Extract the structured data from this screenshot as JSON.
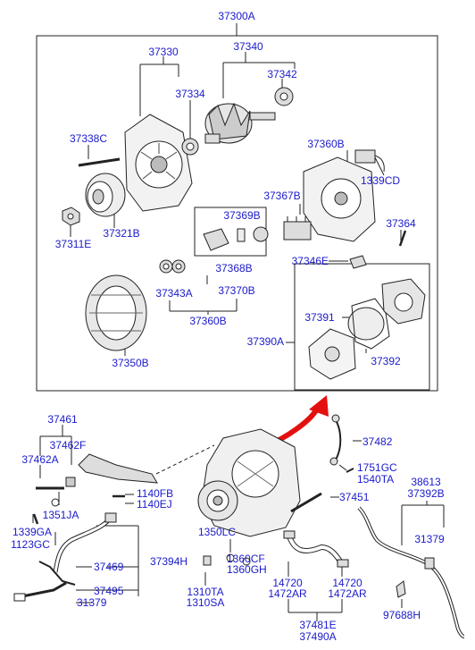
{
  "colors": {
    "label": "#1a1acc",
    "line": "#222222",
    "arrow": "#e41010"
  },
  "labels": {
    "main_assembly": "37300A",
    "rear_bracket": "37330",
    "rotor_assembly": "37340",
    "bearing_rear": "37342",
    "bearing_front": "37334",
    "through_bolt": "37338C",
    "pulley_nut": "37311E",
    "pulley": "37321B",
    "rear_cover": "37360B",
    "connector": "1339CD",
    "brush_holder": "37367B",
    "regulator_kit": "37369B",
    "bolt_37364": "37364",
    "terminal": "37346E",
    "regulator_parts": "37368B",
    "insulator": "37343A",
    "regulator_assy": "37370B",
    "rectifier_assy": "37360B",
    "stator": "37350B",
    "vacuum_pump_assy": "37390A",
    "vacuum_pump_body": "37391",
    "vacuum_pump_cover": "37392",
    "bracket_assy": "37461",
    "bracket_a": "37462F",
    "bracket_b": "37462A",
    "bolt_1351": "1351JA",
    "bolt_1339": "1339GA",
    "bolt_1123": "1123GC",
    "bolt_1140fb": "1140FB",
    "bolt_1140ej": "1140EJ",
    "oil_hose_assy": "37394H",
    "oil_hose": "37469",
    "hose_37495": "37495",
    "clamp_31379_left": "31379",
    "washer_1350": "1350LC",
    "washer_1360cf": "1360CF",
    "washer_1360gh": "1360GH",
    "nut_1310ta": "1310TA",
    "nut_1310sa": "1310SA",
    "cable_37482": "37482",
    "bolt_1751": "1751GC",
    "bolt_1540": "1540TA",
    "stud_37451": "37451",
    "clamp_14720_a": "14720",
    "clamp_1472ar_a": "1472AR",
    "clamp_14720_b": "14720",
    "clamp_1472ar_b": "1472AR",
    "vac_hose_assy": "37481E",
    "vac_hose_assy2": "37490A",
    "pipe_38613": "38613",
    "pipe_37392b": "37392B",
    "clamp_31379_right": "31379",
    "bracket_97688": "97688H"
  }
}
